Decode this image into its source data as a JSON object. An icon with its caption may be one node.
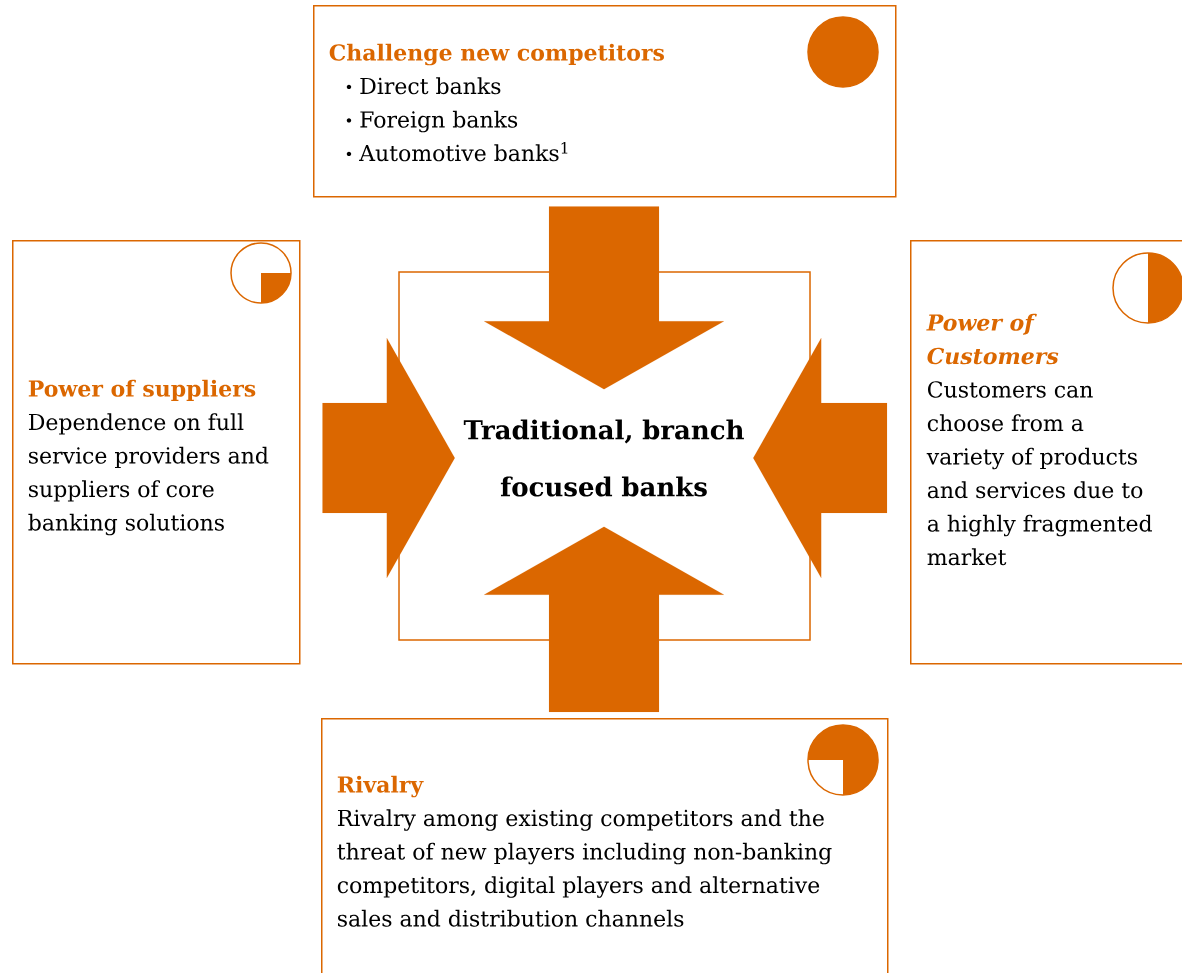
{
  "diagram": {
    "nodes": [
      {
        "text": [
          "Challenge new competitors",
          "Direct banks",
          "Foreign banks",
          "Automotive banks$^{1}$"
        ]
      },
      {
        "text": [
          "Power of suppliers",
          "Dependence on full service providers and suppliers of core banking solutions"
        ]
      },
      {
        "text": [
          "Traditional, branch focused banks"
        ]
      },
      {
        "text": [
          "Power of Customers",
          "Customers can choose from a variety of products and services due to a highly fragmented market"
        ]
      },
      {
        "text": [
          "Rivalry",
          "Rivalry among existing competitors and the threat of new players including non-banking competitors, digital players and alternative sales and distribution channels"
        ]
      }
    ],
    "edges": [
      {
        "from": 0,
        "to": 2,
        "arrow": "to"
      },
      {
        "from": 1,
        "to": 2,
        "arrow": "to"
      },
      {
        "from": 3,
        "to": 2,
        "arrow": "to"
      },
      {
        "from": 4,
        "to": 2,
        "arrow": "to"
      }
    ]
  }
}
